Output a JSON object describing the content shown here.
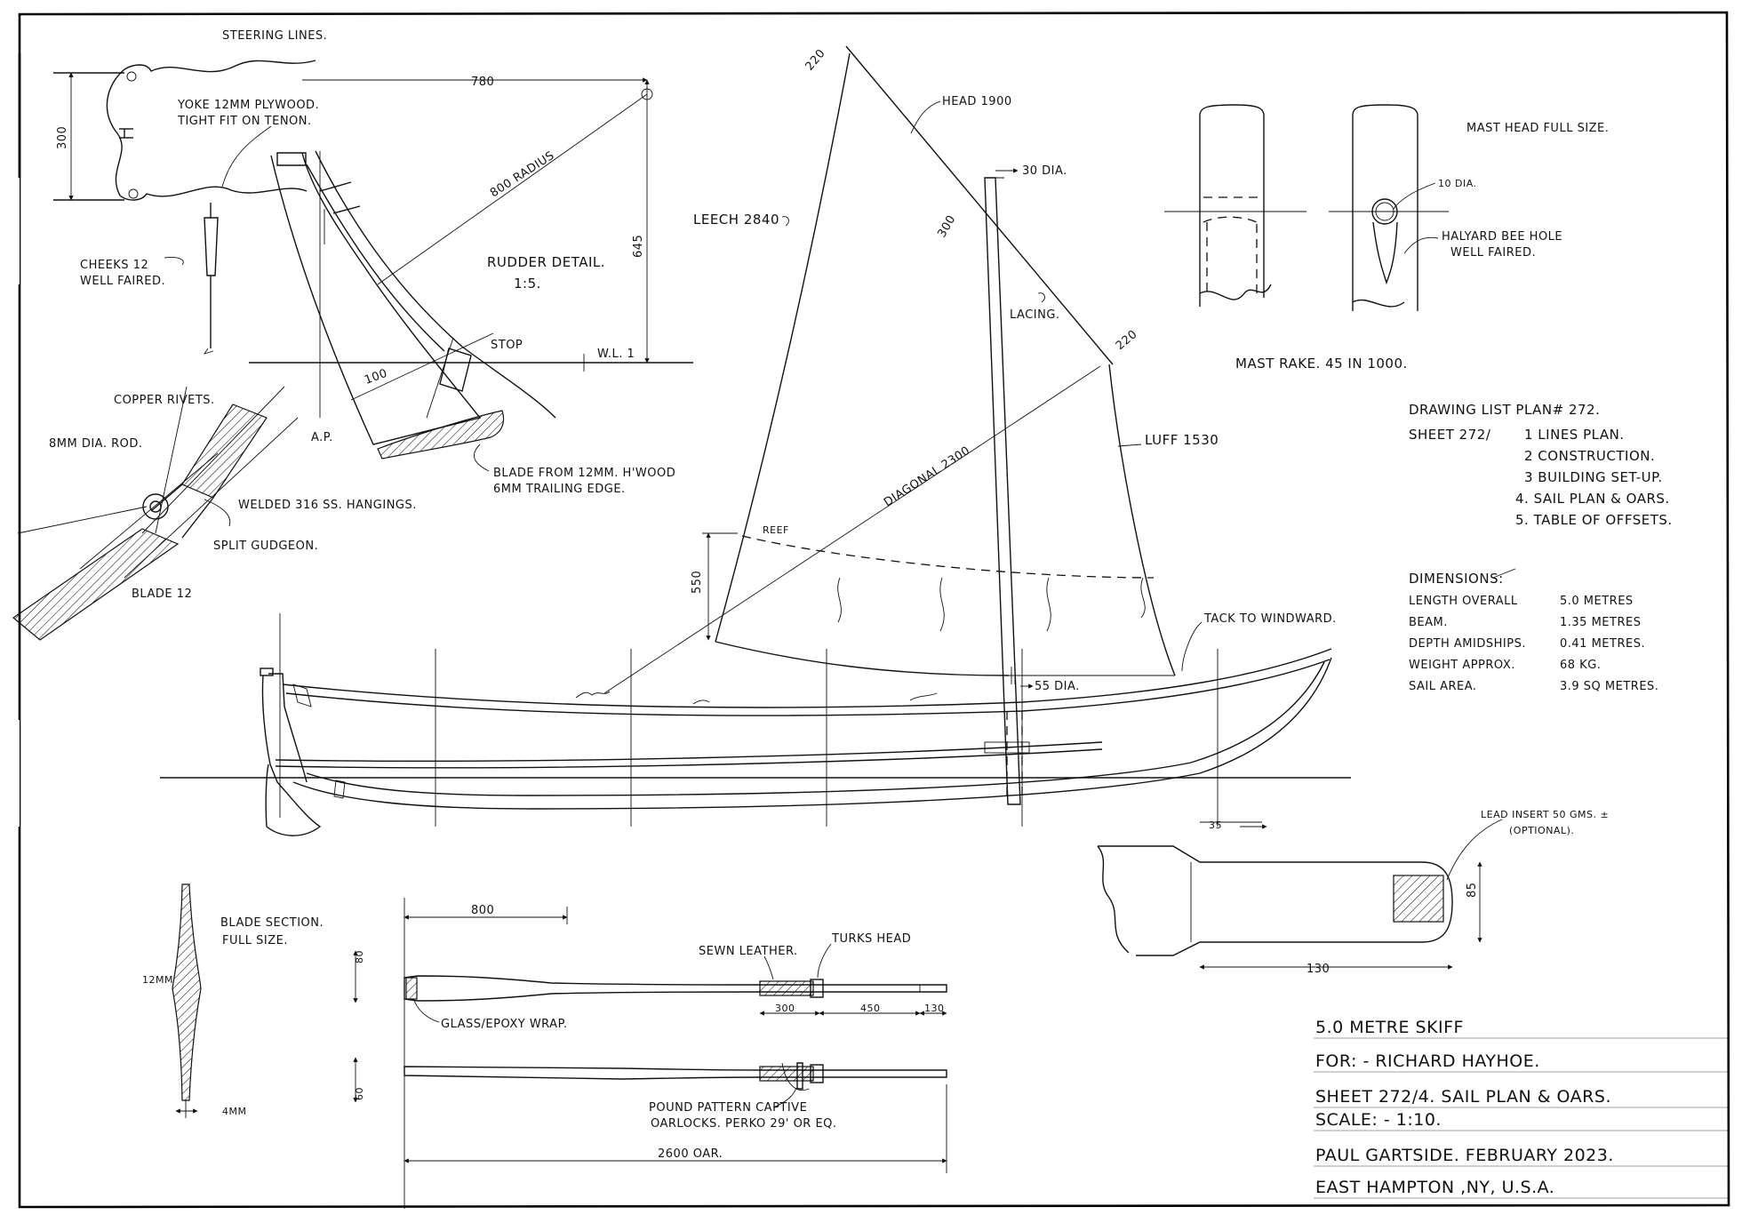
{
  "labels": {
    "steering_lines": "STEERING LINES.",
    "yoke": "YOKE 12MM PLYWOOD.",
    "yoke_fit": "TIGHT FIT ON TENON.",
    "dim_300": "300",
    "dim_780": "780",
    "radius_800": "800 RADIUS",
    "dim_645": "645",
    "cheeks": "CHEEKS 12",
    "well_faired": "WELL FAIRED.",
    "rudder_detail": "RUDDER DETAIL.",
    "rudder_scale": "1:5.",
    "stop": "STOP",
    "wl": "W.L. 1",
    "ap": "A.P.",
    "dim_100": "100",
    "blade_from": "BLADE FROM 12MM. H'WOOD",
    "trailing_edge": "6MM TRAILING EDGE.",
    "copper_rivets": "COPPER RIVETS.",
    "rod": "8MM DIA. ROD.",
    "welded": "WELDED 316 SS. HANGINGS.",
    "split_gudgeon": "SPLIT GUDGEON.",
    "blade_12": "BLADE 12",
    "spar_220_top": "220",
    "head": "HEAD 1900",
    "leech": "LEECH 2840",
    "dia_30": "30 DIA.",
    "dim_300b": "300",
    "lacing": "LACING.",
    "spar_220_bottom": "220",
    "diagonal": "DIAGONAL 2300",
    "luff": "LUFF 1530",
    "reef": "REEF",
    "dim_550": "550",
    "tack": "TACK TO WINDWARD.",
    "dia_55": "55 DIA.",
    "mast_rake": "MAST RAKE. 45 IN 1000.",
    "masthead": "MAST HEAD FULL SIZE.",
    "dia_10": "10 DIA.",
    "halyard": "HALYARD BEE HOLE",
    "halyard2": "WELL FAIRED.",
    "blade_section": "BLADE SECTION.",
    "full_size": "FULL SIZE.",
    "mm12": "12MM",
    "mm4": "4MM",
    "dim_800": "800",
    "dim_80": "80",
    "sewn_leather": "SEWN LEATHER.",
    "turks_head": "TURKS HEAD",
    "glass_epoxy": "GLASS/EPOXY WRAP.",
    "seg_300": "300",
    "seg_450": "450",
    "seg_130": "130",
    "dim_60": "60",
    "pound": "POUND PATTERN CAPTIVE",
    "oarlocks": "OARLOCKS. PERKO 29' OR EQ.",
    "oar_len": "2600 OAR.",
    "lead_insert": "LEAD INSERT 50 GMS. ±",
    "optional": "(OPTIONAL).",
    "dim_85": "85",
    "dim_35": "35",
    "dim_130": "130"
  },
  "drawing_list": {
    "title": "DRAWING LIST PLAN# 272.",
    "sheet_label": "SHEET 272/",
    "items": [
      "1 LINES PLAN.",
      "2 CONSTRUCTION.",
      "3 BUILDING SET-UP.",
      "4. SAIL PLAN & OARS.",
      "5. TABLE OF OFFSETS."
    ]
  },
  "dimensions": {
    "title": "DIMENSIONS:",
    "rows": [
      {
        "label": "LENGTH OVERALL",
        "value": "5.0 METRES"
      },
      {
        "label": "BEAM.",
        "value": "1.35 METRES"
      },
      {
        "label": "DEPTH AMIDSHIPS.",
        "value": "0.41 METRES."
      },
      {
        "label": "WEIGHT APPROX.",
        "value": "68 KG."
      },
      {
        "label": "SAIL AREA.",
        "value": "3.9 SQ METRES."
      }
    ]
  },
  "title_block": {
    "line1": "5.0 METRE SKIFF",
    "line2": "FOR: - RICHARD HAYHOE.",
    "line3": "SHEET 272/4. SAIL PLAN & OARS.",
    "line4": "SCALE: - 1:10.",
    "line5": "PAUL GARTSIDE.   FEBRUARY 2023.",
    "line6": "EAST HAMPTON ,NY,  U.S.A."
  }
}
